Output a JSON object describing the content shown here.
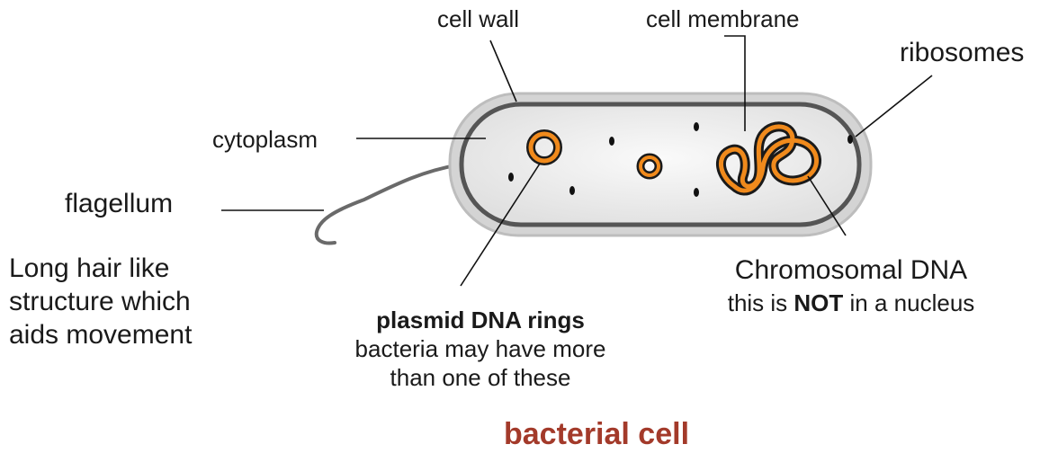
{
  "labels": {
    "cell_wall": "cell wall",
    "cell_membrane": "cell membrane",
    "ribosomes": "ribosomes",
    "cytoplasm": "cytoplasm",
    "flagellum": "flagellum",
    "flagellum_desc": [
      "Long hair like",
      "structure which",
      "aids movement"
    ],
    "plasmid_title": "plasmid DNA rings",
    "plasmid_desc": [
      "bacteria may have more",
      "than one of these"
    ],
    "chromosomal_dna": "Chromosomal DNA",
    "nucleus_note": {
      "before": "this is ",
      "emphasis": "NOT",
      "after": " in a nucleus"
    }
  },
  "title": "bacterial cell",
  "colors": {
    "title": "#a33a2a",
    "dna": "#f08a1c",
    "outline": "#1a1a1a",
    "wall_halo": "#c9c9c9",
    "cytoplasm": "#f0f0f0"
  }
}
